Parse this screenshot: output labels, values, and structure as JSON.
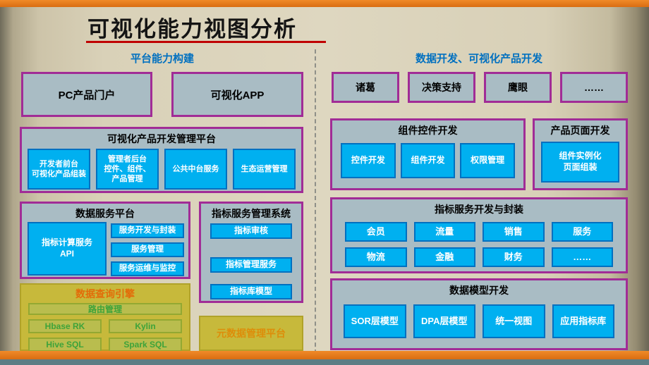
{
  "page": {
    "title": "可视化能力视图分析"
  },
  "left": {
    "header": "平台能力构建",
    "portals": [
      {
        "label": "PC产品门户"
      },
      {
        "label": "可视化APP"
      }
    ],
    "platform": {
      "title": "可视化产品开发管理平台",
      "items": [
        "开发者前台\n可视化产品组装",
        "管理者后台\n控件、组件、\n产品管理",
        "公共中台服务",
        "生态运营管理"
      ]
    },
    "data_service": {
      "title": "数据服务平台",
      "api": "指标计算服务\nAPI",
      "items": [
        "服务开发与封装",
        "服务管理",
        "服务运维与监控"
      ]
    },
    "indicator_mgmt": {
      "title": "指标服务管理系统",
      "items": [
        "指标审核",
        "指标管理服务",
        "指标库模型"
      ]
    },
    "query_engine": {
      "title": "数据查询引擎",
      "routing": "路由管理",
      "engines": [
        "Hbase RK",
        "Kylin",
        "Hive SQL",
        "Spark SQL"
      ]
    },
    "metadata_label": "元数据管理平台"
  },
  "right": {
    "header": "数据开发、可视化产品开发",
    "products": [
      "诸葛",
      "决策支持",
      "鹰眼",
      "……"
    ],
    "component_dev": {
      "title": "组件控件开发",
      "items": [
        "控件开发",
        "组件开发",
        "权限管理"
      ]
    },
    "page_dev": {
      "title": "产品页面开发",
      "item": "组件实例化\n页面组装"
    },
    "indicator_dev": {
      "title": "指标服务开发与封装",
      "items": [
        "会员",
        "流量",
        "销售",
        "服务",
        "物流",
        "金融",
        "财务",
        "……"
      ]
    },
    "model_dev": {
      "title": "数据模型开发",
      "items": [
        "SOR层模型",
        "DPA层模型",
        "统一视图",
        "应用指标库"
      ]
    }
  },
  "colors": {
    "accent_orange": "#e87a1e",
    "title_underline_red": "#c00000",
    "section_header_blue": "#0070c0",
    "box_fill_gray": "#a9bcc4",
    "box_border_purple": "#a12c96",
    "item_fill_cyan": "#00b0f0",
    "item_border_blue": "#0070c0",
    "engine_fill_yellow": "#c7b93b",
    "engine_title_orange": "#e36c09",
    "engine_item_green_text": "#3da33a",
    "metadata_text_gold": "#dd8d0a"
  }
}
